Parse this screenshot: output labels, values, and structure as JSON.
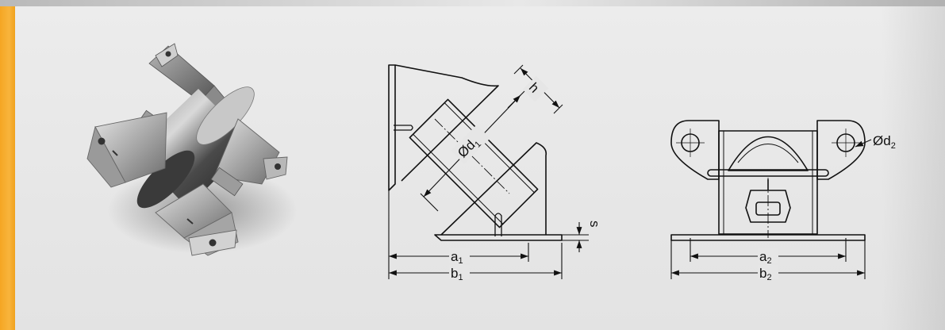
{
  "dimensions": {
    "h": "h",
    "d1": "Ød",
    "d1_sub": "1",
    "s": "s",
    "a1": "a",
    "a1_sub": "1",
    "b1": "b",
    "b1_sub": "1",
    "d2": "Ød",
    "d2_sub": "2",
    "a2": "a",
    "a2_sub": "2",
    "b2": "b",
    "b2_sub": "2"
  },
  "colors": {
    "accent": "#f5a623",
    "background": "#e6e6e6",
    "line": "#111111"
  },
  "icons": {
    "product_photo": "angled-rubber-mount-photo",
    "side_view": "side-view-drawing",
    "front_view": "front-view-drawing"
  }
}
